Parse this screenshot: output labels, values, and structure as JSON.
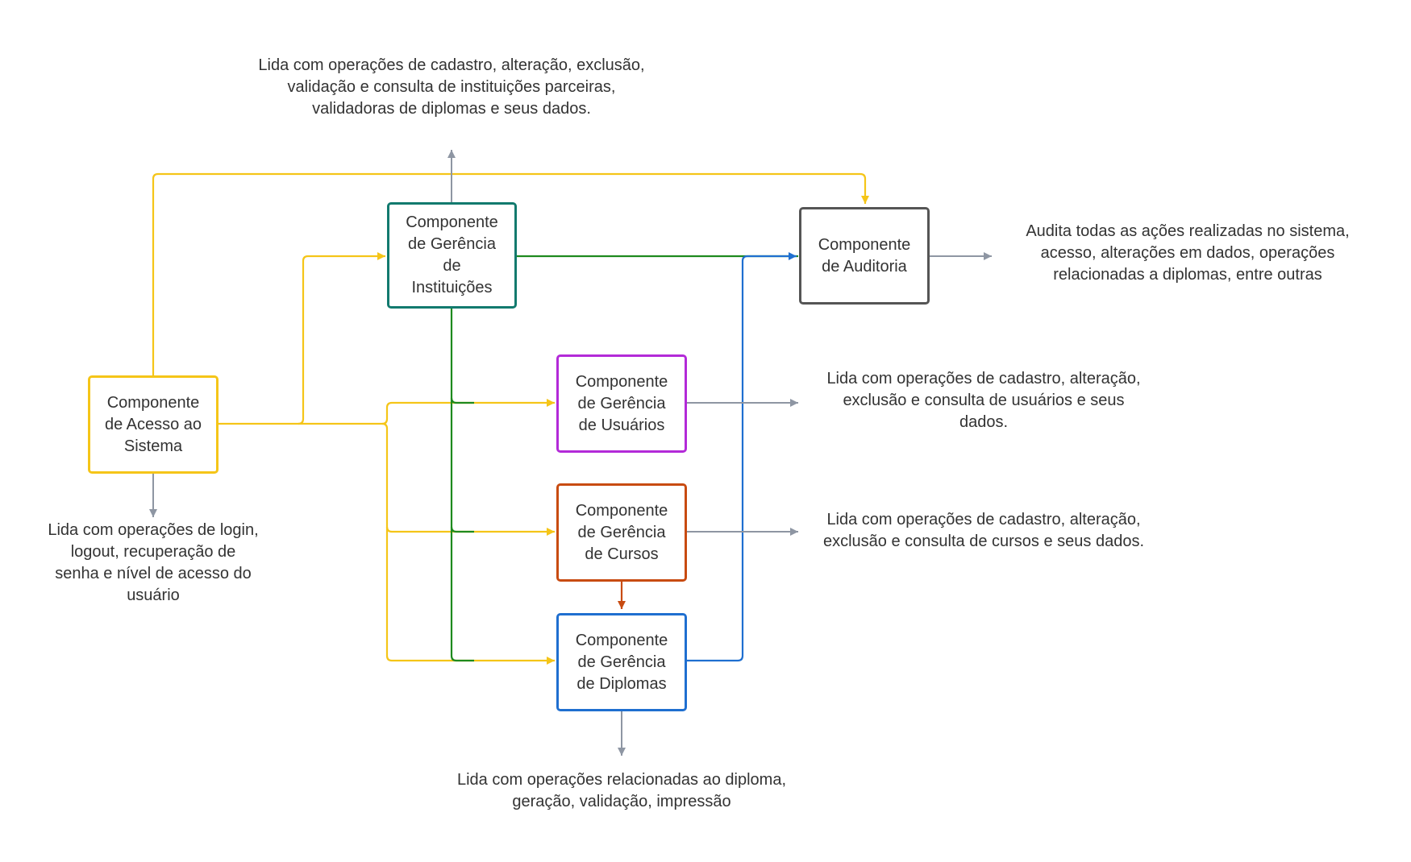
{
  "nodes": {
    "acesso": {
      "label": "Componente\nde Acesso ao\nSistema",
      "color": "#F5C518"
    },
    "instituicoes": {
      "label": "Componente\nde Gerência\nde\nInstituições",
      "color": "#127A6E"
    },
    "auditoria": {
      "label": "Componente\nde Auditoria",
      "color": "#555555"
    },
    "usuarios": {
      "label": "Componente\nde Gerência\nde Usuários",
      "color": "#B32AD8"
    },
    "cursos": {
      "label": "Componente\nde Gerência\nde Cursos",
      "color": "#C84B11"
    },
    "diplomas": {
      "label": "Componente\nde Gerência\nde  Diplomas",
      "color": "#1F6FD0"
    }
  },
  "notes": {
    "instituicoes": "Lida com operações de cadastro, alteração, exclusão,\nvalidação e consulta de instituições parceiras,\nvalidadoras de diplomas e seus dados.",
    "auditoria": "Audita todas as ações realizadas no sistema,\nacesso, alterações em dados, operações\nrelacionadas a diplomas, entre outras",
    "usuarios": "Lida com operações de cadastro, alteração,\nexclusão e consulta de usuários e seus\ndados.",
    "cursos": "Lida com operações de cadastro, alteração,\nexclusão e consulta de cursos e seus dados.",
    "acesso": "Lida com operações de login,\nlogout, recuperação de\nsenha e nível de acesso do\nusuário",
    "diplomas": "Lida com operações relacionadas ao diploma,\ngeração, validação, impressão"
  },
  "connector_colors": {
    "yellow": "#F5C518",
    "green": "#1E8A1E",
    "blue": "#1F6FD0",
    "gray": "#8E96A3",
    "orange": "#C84B11"
  }
}
